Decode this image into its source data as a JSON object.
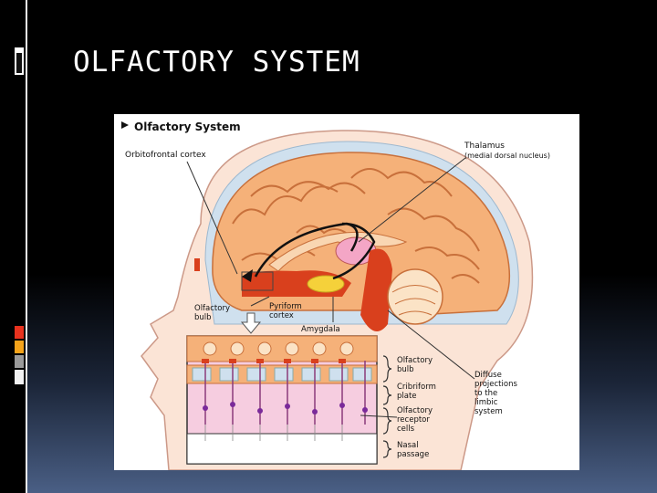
{
  "slide": {
    "title": "OLFACTORY SYSTEM"
  },
  "figure": {
    "heading": "Olfactory System",
    "labels": {
      "orbitofrontal": "Orbitofrontal cortex",
      "thalamus_1": "Thalamus",
      "thalamus_2": "(medial dorsal nucleus)",
      "bulb_1": "Olfactory",
      "bulb_2": "bulb",
      "pyriform_1": "Pyriform",
      "pyriform_2": "cortex",
      "amygdala": "Amygdala",
      "inset_bulb_1": "Olfactory",
      "inset_bulb_2": "bulb",
      "cribriform_1": "Cribriform",
      "cribriform_2": "plate",
      "receptor_1": "Olfactory",
      "receptor_2": "receptor",
      "receptor_3": "cells",
      "nasal_1": "Nasal",
      "nasal_2": "passage",
      "diffuse_1": "Diffuse",
      "diffuse_2": "projections",
      "diffuse_3": "to the",
      "diffuse_4": "limbic",
      "diffuse_5": "system"
    }
  },
  "colors": {
    "accent_red": "#e8321e",
    "accent_gold": "#f5a31a",
    "accent_gray": "#9a9a9a",
    "brain": "#f5b179",
    "skin": "#fbe4d6"
  }
}
